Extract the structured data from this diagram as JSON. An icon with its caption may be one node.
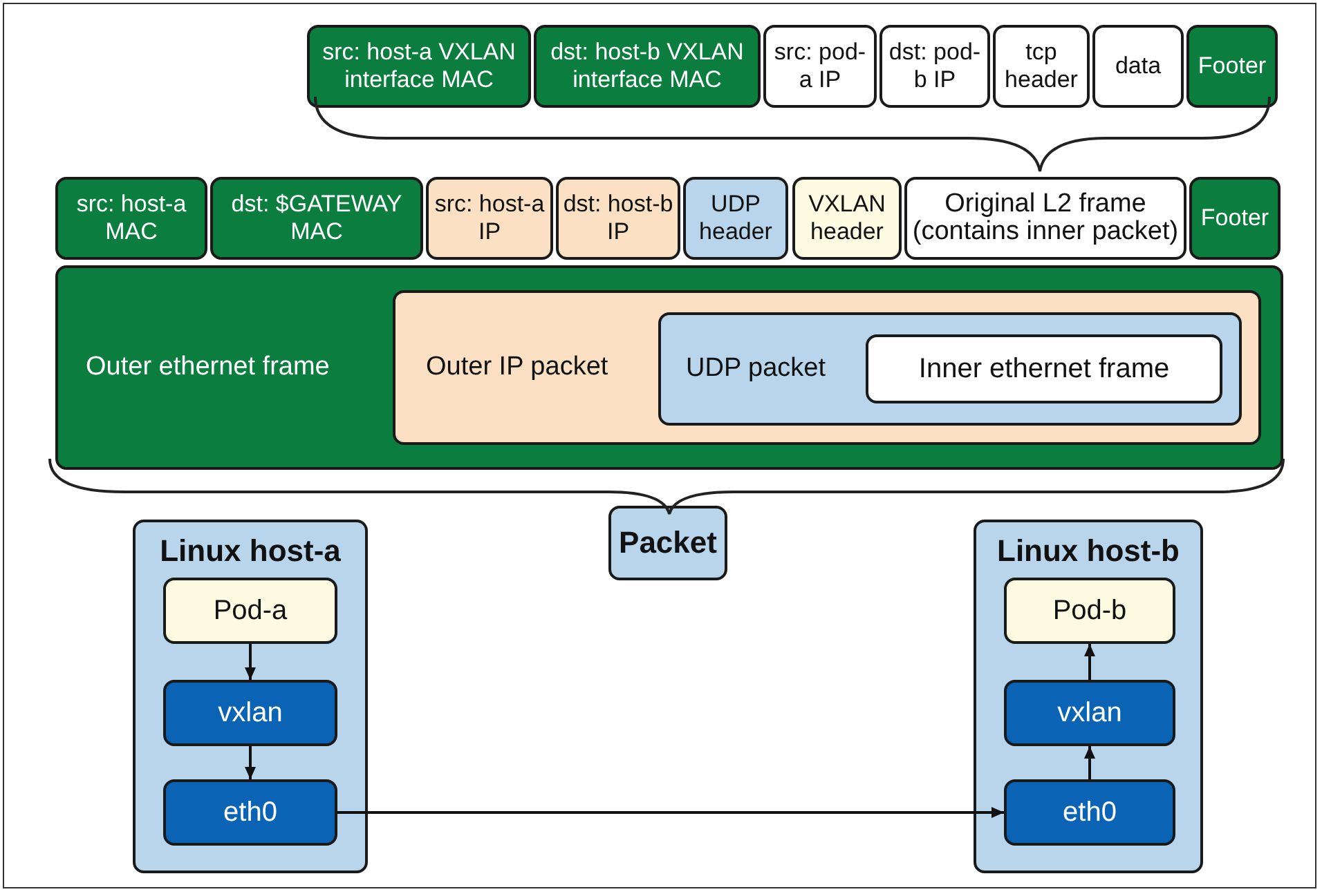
{
  "diagram": {
    "nodes": [
      {
        "text": [
          "src: host-a VXLAN interface MAC"
        ]
      },
      {
        "text": [
          "dst: host-b VXLAN interface MAC"
        ]
      },
      {
        "text": [
          "src: pod-a IP"
        ]
      },
      {
        "text": [
          "dst: pod-b IP"
        ]
      },
      {
        "text": [
          "tcp header"
        ]
      },
      {
        "text": [
          "data"
        ]
      },
      {
        "text": [
          "Footer"
        ]
      },
      {
        "text": [
          "src: host-a MAC"
        ]
      },
      {
        "text": [
          "dst: $GATEWAY MAC"
        ]
      },
      {
        "text": [
          "src: host-a IP"
        ]
      },
      {
        "text": [
          "dst: host-b IP"
        ]
      },
      {
        "text": [
          "UDP header"
        ]
      },
      {
        "text": [
          "VXLAN header"
        ]
      },
      {
        "text": [
          "Original L2 frame (contains inner packet)"
        ]
      },
      {
        "text": [
          "Footer"
        ]
      },
      {
        "text": [
          "Outer ethernet frame"
        ]
      },
      {
        "text": [
          "Outer IP packet"
        ],
        "in": 15
      },
      {
        "text": [
          "UDP packet"
        ],
        "in": 16
      },
      {
        "text": [
          "Inner ethernet frame"
        ],
        "in": 17
      },
      {
        "text": [
          "Packet"
        ]
      },
      {
        "text": [
          "Linux host-a"
        ]
      },
      {
        "text": [
          "Pod-a"
        ],
        "in": 20
      },
      {
        "text": [
          "vxlan"
        ],
        "in": 20
      },
      {
        "text": [
          "eth0"
        ],
        "in": 20
      },
      {
        "text": [
          "Linux host-b"
        ]
      },
      {
        "text": [
          "Pod-b"
        ],
        "in": 24
      },
      {
        "text": [
          "vxlan"
        ],
        "in": 24
      },
      {
        "text": [
          "eth0"
        ],
        "in": 24
      }
    ],
    "edges": [
      {
        "from": 21,
        "to": 22,
        "arrow": "to"
      },
      {
        "from": 22,
        "to": 23,
        "arrow": "to"
      },
      {
        "from": 23,
        "to": 27,
        "arrow": "to"
      },
      {
        "from": 27,
        "to": 26,
        "arrow": "to"
      },
      {
        "from": 26,
        "to": 25,
        "arrow": "to"
      }
    ]
  }
}
